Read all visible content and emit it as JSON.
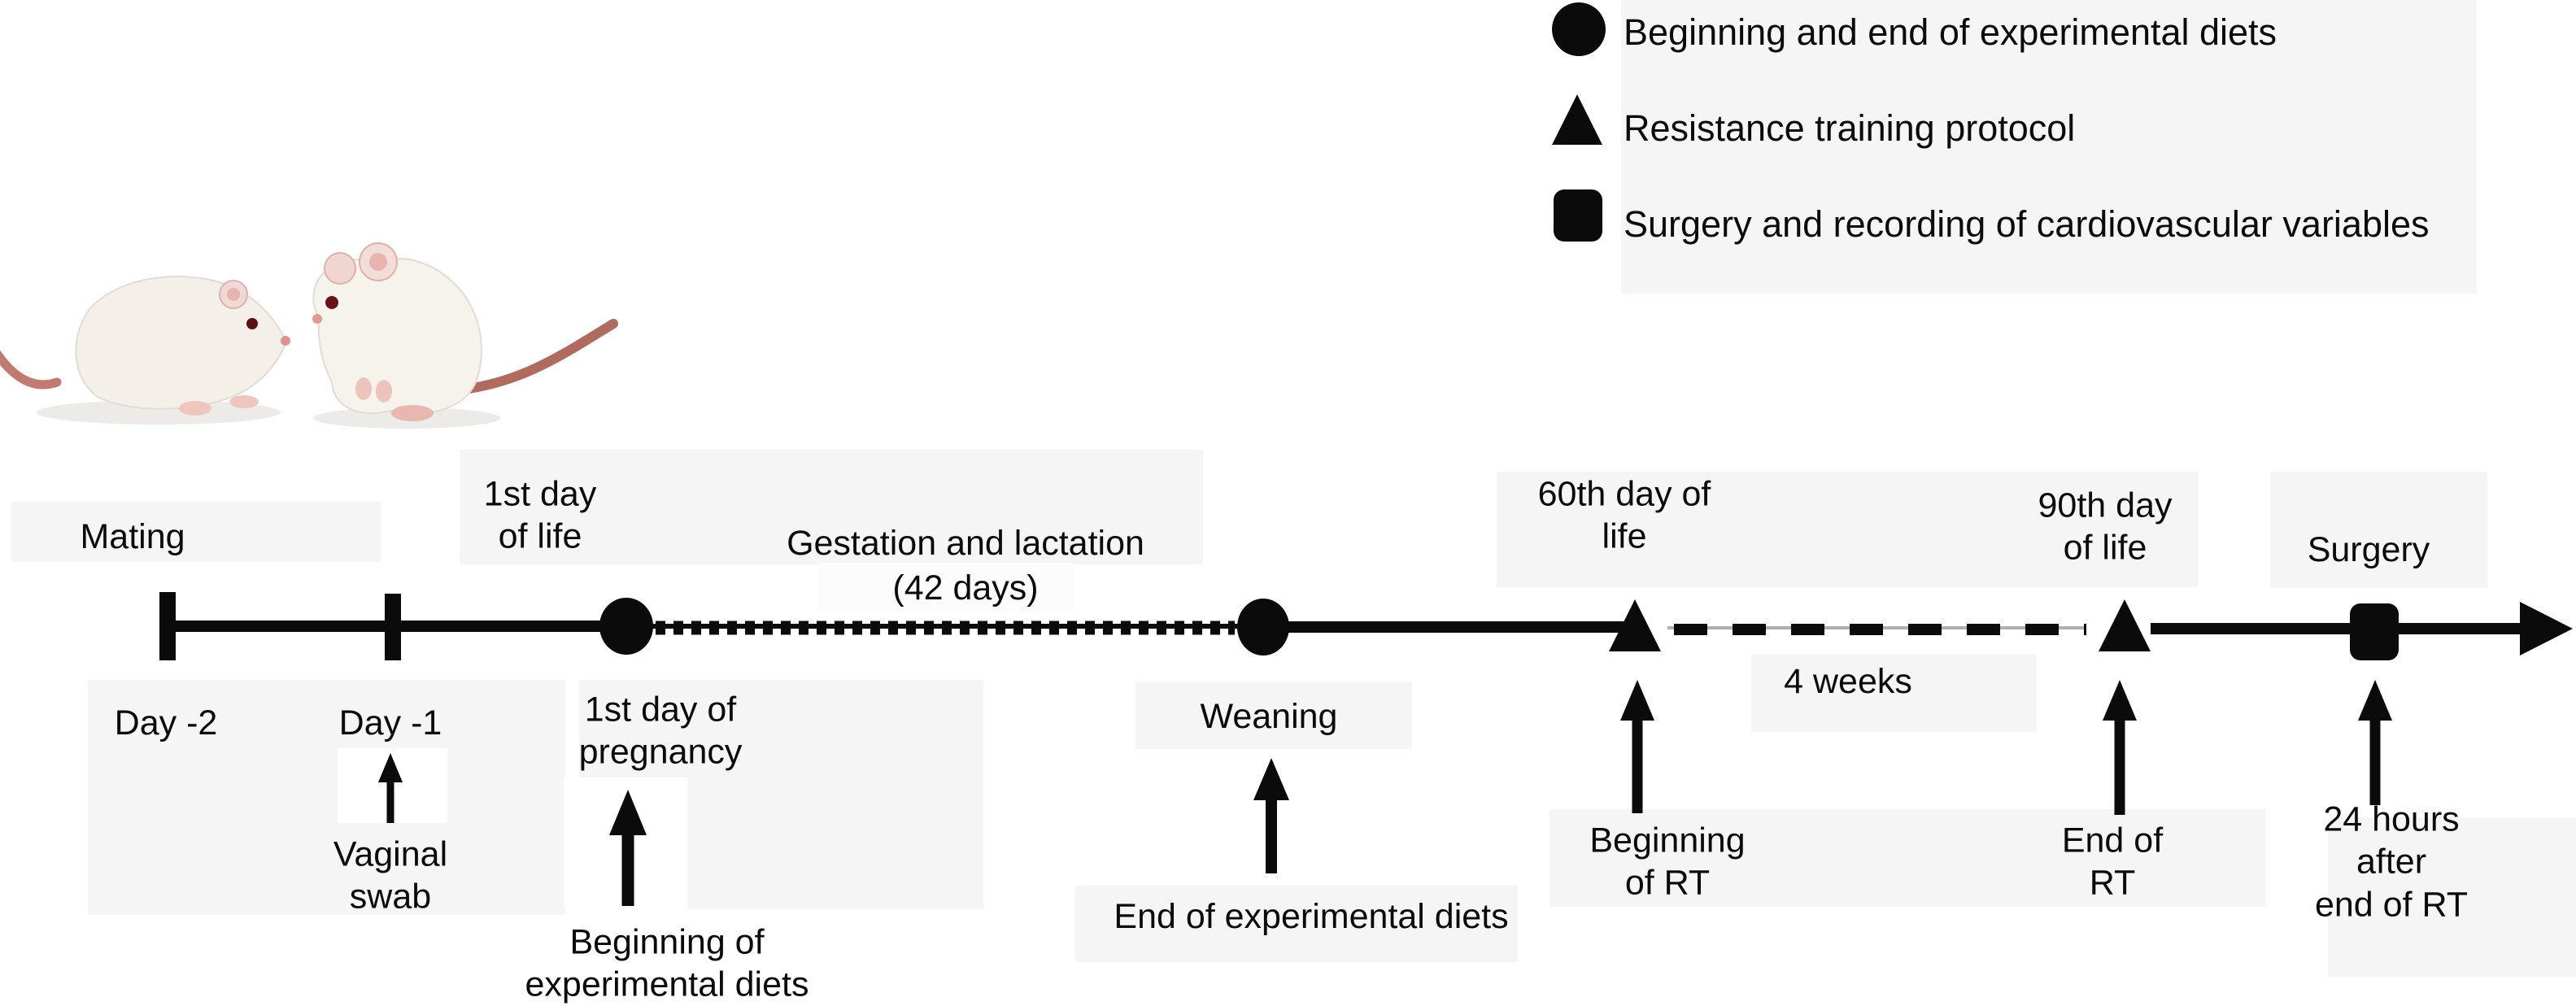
{
  "figure": {
    "background": "#ffffff",
    "panel_gray": "#f5f5f5",
    "ink": "#0b0b0b"
  },
  "legend": {
    "items": [
      {
        "icon": "circle-marker-icon",
        "label": "Beginning and end of experimental diets"
      },
      {
        "icon": "triangle-marker-icon",
        "label": "Resistance training protocol"
      },
      {
        "icon": "square-marker-icon",
        "label": "Surgery and recording of cardiovascular variables"
      }
    ]
  },
  "timeline": {
    "mating": "Mating",
    "day_minus2": "Day -2",
    "day_minus1": "Day -1",
    "vaginal_swab": "Vaginal\nswab",
    "first_day_of_life": "1st day\nof life",
    "gestation": "Gestation and lactation",
    "gestation_duration": "(42 days)",
    "first_day_pregnancy": "1st day of\npregnancy",
    "beginning_diets": "Beginning of\nexperimental diets",
    "weaning": "Weaning",
    "end_diets": "End of experimental diets",
    "day60": "60th day of\nlife",
    "beginning_rt": "Beginning\nof RT",
    "four_weeks": "4 weeks",
    "day90": "90th day\nof life",
    "end_rt": "End of\nRT",
    "surgery": "Surgery",
    "after_rt": "24 hours after\nend of RT"
  }
}
